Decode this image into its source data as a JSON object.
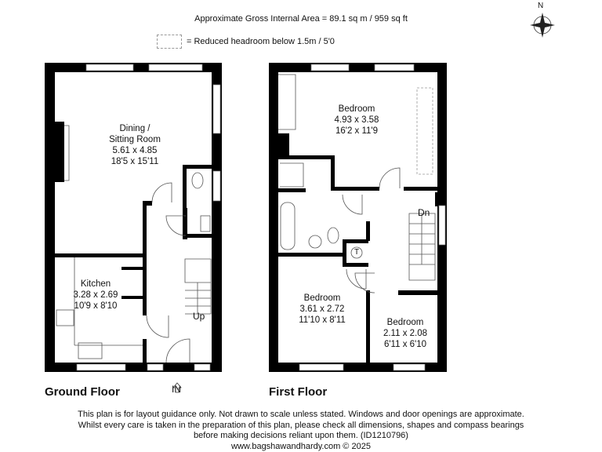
{
  "header": {
    "area": "Approximate Gross Internal Area = 89.1 sq m / 959 sq ft",
    "legend": "= Reduced headroom below 1.5m / 5'0"
  },
  "compass": {
    "label": "N"
  },
  "ground_floor": {
    "title": "Ground Floor",
    "rooms": [
      {
        "name": "Dining /",
        "name2": "Sitting Room",
        "metric": "5.61 x 4.85",
        "imperial": "18'5 x 15'11"
      },
      {
        "name": "Kitchen",
        "metric": "3.28 x 2.69",
        "imperial": "10'9 x 8'10"
      }
    ],
    "stairs_label": "Up",
    "entrance_label": "IN"
  },
  "first_floor": {
    "title": "First Floor",
    "rooms": [
      {
        "name": "Bedroom",
        "metric": "4.93 x 3.58",
        "imperial": "16'2 x 11'9"
      },
      {
        "name": "Bedroom",
        "metric": "3.61 x 2.72",
        "imperial": "11'10 x 8'11"
      },
      {
        "name": "Bedroom",
        "metric": "2.11 x 2.08",
        "imperial": "6'11 x 6'10"
      }
    ],
    "stairs_label": "Dn",
    "cupboard_label": "T"
  },
  "footer": {
    "line1": "This plan is for layout guidance only. Not drawn to scale unless stated. Windows and door openings are approximate.",
    "line2": "Whilst every care is taken in the preparation of this plan, please check all dimensions, shapes and compass bearings",
    "line3": "before making decisions reliant upon them. (ID1210796)",
    "line4": "www.bagshawandhardy.com © 2025"
  }
}
